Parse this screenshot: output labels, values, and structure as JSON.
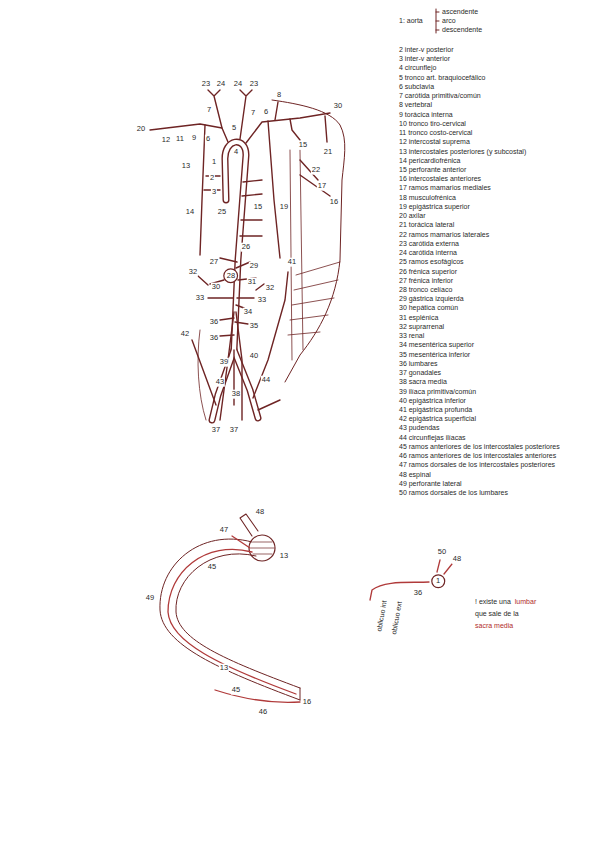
{
  "diagram": {
    "nodes": [
      {
        "text": [
          "28"
        ]
      },
      {
        "text": [
          "1"
        ]
      }
    ],
    "labels": [
      "1: aorta",
      "ascendente",
      "arco",
      "descendente",
      "2 inter-v posterior",
      "3 inter-v anterior",
      "4 circunflejo",
      "5 tronco art. braquiocefálico",
      "6 subclavia",
      "7 carótida primitiva/común",
      "8 vertebral",
      "9 torácica interna",
      "10 tronco tiro-cervical",
      "11 tronco costo-cervical",
      "12 intercostal suprema",
      "13 intercostales posteriores (y subcostal)",
      "14 pericardiofrénica",
      "15 perforante anterior",
      "16 intercostales anteriores",
      "17 ramos mamarios mediales",
      "18 musculofrénica",
      "19 epigástrica superior",
      "20 axilar",
      "21 torácica lateral",
      "22 ramos mamarios laterales",
      "23 carótida externa",
      "24 carótida interna",
      "25 ramos esofágicos",
      "26 frénica superior",
      "27 frénica inferior",
      "28 tronco celíaco",
      "29 gástrica izquierda",
      "30 hepática común",
      "31 esplénica",
      "32 suprarrenal",
      "33 renal",
      "34 mesentérica superior",
      "35 mesentérica inferior",
      "36 lumbares",
      "37 gonadales",
      "38 sacra media",
      "39 ilíaca primitiva/común",
      "40 epigástrica inferior",
      "41 epigástrica profunda",
      "42 epigástrica superficial",
      "43 pudendas",
      "44 circunflejas ilíacas",
      "45 ramos anteriores de los intercostales posteriores",
      "46 ramos anteriores de los intercostales anteriores",
      "47 ramos dorsales de los intercostales posteriores",
      "48 espinal",
      "49 perforante lateral",
      "50 ramos dorsales de los lumbares",
      "23",
      "24",
      "24",
      "23",
      "7",
      "8",
      "30",
      "20",
      "12",
      "11",
      "9",
      "6",
      "5",
      "4",
      "6",
      "7",
      "15",
      "21",
      "13",
      "1",
      "2",
      "3",
      "25",
      "15",
      "19",
      "22",
      "17",
      "16",
      "14",
      "26",
      "27",
      "29",
      "30",
      "31",
      "32",
      "32",
      "33",
      "33",
      "34",
      "41",
      "35",
      "36",
      "36",
      "42",
      "39",
      "40",
      "43",
      "38",
      "44",
      "37",
      "37",
      "48",
      "47",
      "45",
      "13",
      "49",
      "13",
      "45",
      "46",
      "16",
      "50",
      "48",
      "36",
      "oblicuo int",
      "oblicuo ext",
      "! existe una",
      "lumbar",
      "que sale de la",
      "sacra media"
    ]
  }
}
